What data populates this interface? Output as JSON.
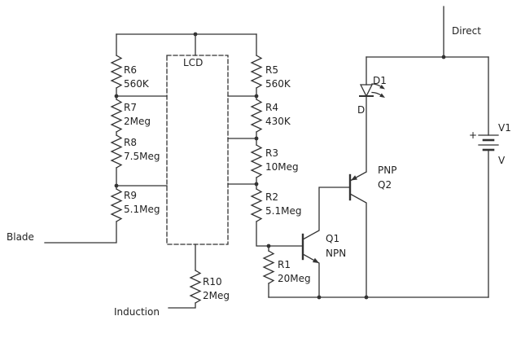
{
  "diagram": {
    "kind": "circuit-schematic",
    "nodes": {
      "blade": "Blade",
      "induction": "Induction",
      "direct": "Direct",
      "lcd": "LCD"
    },
    "resistors": {
      "r1": {
        "ref": "R1",
        "value": "20Meg"
      },
      "r2": {
        "ref": "R2",
        "value": "5.1Meg"
      },
      "r3": {
        "ref": "R3",
        "value": "10Meg"
      },
      "r4": {
        "ref": "R4",
        "value": "430K"
      },
      "r5": {
        "ref": "R5",
        "value": "560K"
      },
      "r6": {
        "ref": "R6",
        "value": "560K"
      },
      "r7": {
        "ref": "R7",
        "value": "2Meg"
      },
      "r8": {
        "ref": "R8",
        "value": "7.5Meg"
      },
      "r9": {
        "ref": "R9",
        "value": "5.1Meg"
      },
      "r10": {
        "ref": "R10",
        "value": "2Meg"
      }
    },
    "transistors": {
      "q1": {
        "ref": "Q1",
        "type": "NPN"
      },
      "q2": {
        "ref": "Q2",
        "type": "PNP"
      }
    },
    "led": {
      "ref": "D1",
      "terminal_label": "D"
    },
    "battery": {
      "ref": "V1",
      "plus_label": "+",
      "minus_label": "V"
    },
    "colors": {
      "wire": "#333333",
      "text": "#222222",
      "background": "#ffffff"
    }
  }
}
